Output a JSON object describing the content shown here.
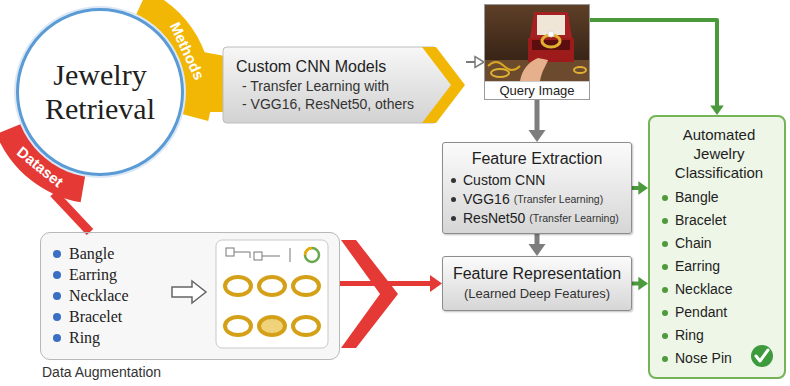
{
  "diagram": {
    "nodes": [
      {
        "text": [
          "Jewelry Retrieval"
        ]
      },
      {
        "text": [
          "Methods"
        ]
      },
      {
        "text": [
          "Dataset"
        ]
      },
      {
        "text": [
          "Custom CNN Models",
          "- Transfer Learning with",
          "- VGG16, ResNet50, others"
        ]
      },
      {
        "text": [
          "Query Image"
        ]
      },
      {
        "text": [
          "Feature Extraction",
          "Custom CNN",
          "VGG16",
          "(Transfer Learning)",
          "ResNet50",
          "(Transfer Learning)"
        ]
      },
      {
        "text": [
          "Feature Representation",
          "(Learned Deep Features)"
        ]
      },
      {
        "text": [
          "Automated Jewelry Classification",
          "Bangle",
          "Bracelet",
          "Chain",
          "Earring",
          "Necklace",
          "Pendant",
          "Ring",
          "Nose Pin"
        ]
      },
      {
        "text": [
          "Bangle",
          "Earring",
          "Necklace",
          "Bracelet",
          "Ring"
        ]
      }
    ],
    "edges": [
      {
        "from": 3,
        "to": 4,
        "arrow": "to"
      },
      {
        "from": 4,
        "to": 5,
        "arrow": "to"
      },
      {
        "from": 4,
        "to": 7,
        "arrow": "to"
      },
      {
        "from": 5,
        "to": 6,
        "arrow": "to"
      },
      {
        "from": 5,
        "to": 7,
        "arrow": "to"
      },
      {
        "from": 6,
        "to": 7,
        "arrow": "to"
      },
      {
        "from": 8,
        "to": 6,
        "arrow": "to"
      },
      {
        "from": 2,
        "to": 8,
        "arrow": "none"
      }
    ],
    "labels": [
      "Data Augmentation"
    ]
  }
}
